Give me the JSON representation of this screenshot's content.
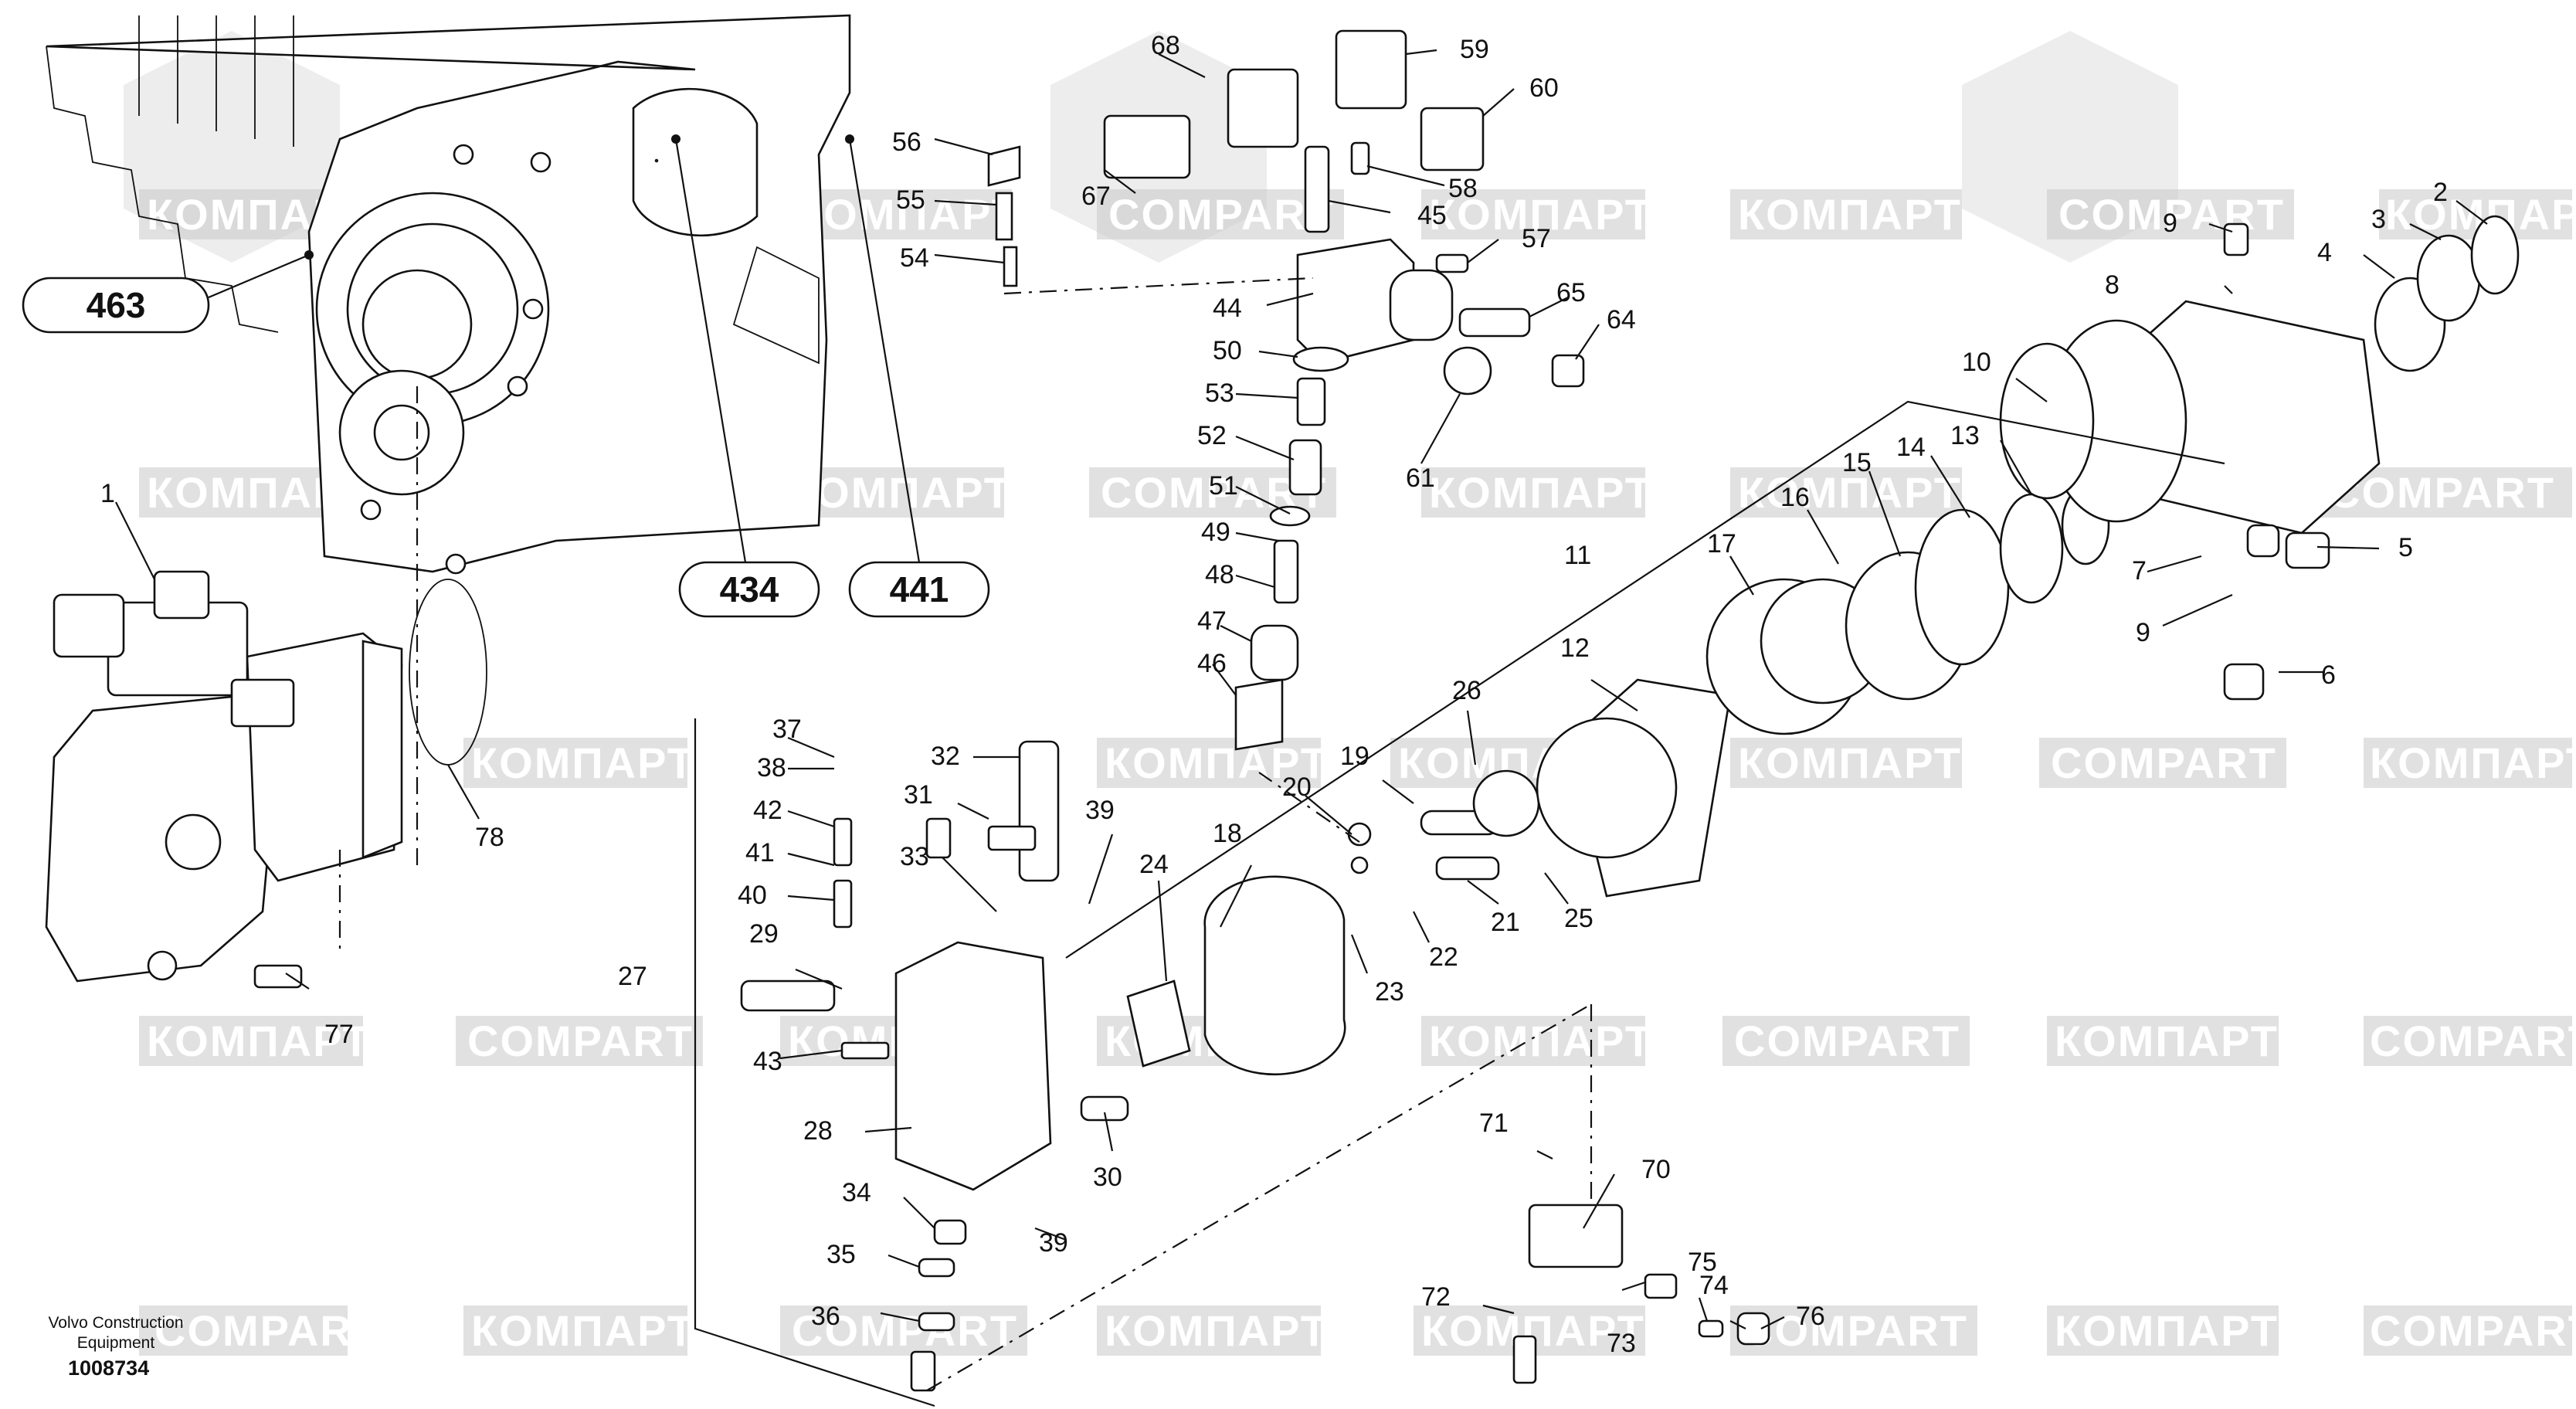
{
  "watermark": {
    "cyrillic": "КОМПАРТ",
    "latin": "COMPART"
  },
  "assembly_refs": [
    "463",
    "434",
    "441"
  ],
  "part_numbers": {
    "n1": "1",
    "n2": "2",
    "n3": "3",
    "n4": "4",
    "n5": "5",
    "n6": "6",
    "n7": "7",
    "n8": "8",
    "n9a": "9",
    "n9b": "9",
    "n10": "10",
    "n11": "11",
    "n12": "12",
    "n13": "13",
    "n14": "14",
    "n15": "15",
    "n16": "16",
    "n17": "17",
    "n18": "18",
    "n19": "19",
    "n20": "20",
    "n21": "21",
    "n22": "22",
    "n23": "23",
    "n24": "24",
    "n25": "25",
    "n26": "26",
    "n27": "27",
    "n28": "28",
    "n29": "29",
    "n30": "30",
    "n31": "31",
    "n32": "32",
    "n33": "33",
    "n34": "34",
    "n35": "35",
    "n36": "36",
    "n37": "37",
    "n38": "38",
    "n39a": "39",
    "n39b": "39",
    "n40": "40",
    "n41": "41",
    "n42": "42",
    "n43": "43",
    "n44": "44",
    "n45": "45",
    "n46": "46",
    "n47": "47",
    "n48": "48",
    "n49": "49",
    "n50": "50",
    "n51": "51",
    "n52": "52",
    "n53": "53",
    "n54": "54",
    "n55": "55",
    "n56": "56",
    "n57": "57",
    "n58": "58",
    "n59": "59",
    "n60": "60",
    "n61": "61",
    "n64": "64",
    "n65": "65",
    "n67": "67",
    "n68": "68",
    "n70": "70",
    "n71": "71",
    "n72": "72",
    "n73": "73",
    "n74": "74",
    "n75": "75",
    "n76": "76",
    "n77": "77",
    "n78": "78"
  },
  "footer": {
    "brand_line1": "Volvo Construction",
    "brand_line2": "Equipment",
    "drawing_number": "1008734"
  }
}
